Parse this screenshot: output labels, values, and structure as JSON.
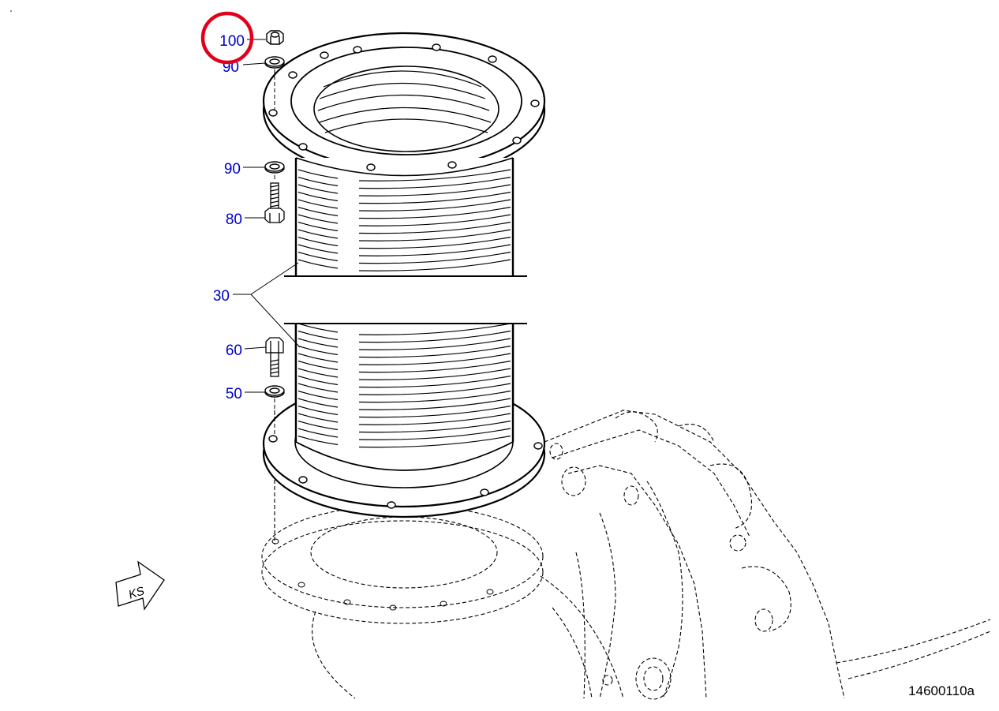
{
  "colors": {
    "callout_text": "#0000cc",
    "highlight_ring": "#e0001a",
    "line": "#000000",
    "background": "#ffffff"
  },
  "callouts": [
    {
      "id": "100",
      "label": "100",
      "highlighted": true
    },
    {
      "id": "90a",
      "label": "90"
    },
    {
      "id": "90b",
      "label": "90"
    },
    {
      "id": "80",
      "label": "80"
    },
    {
      "id": "30",
      "label": "30"
    },
    {
      "id": "60",
      "label": "60"
    },
    {
      "id": "50",
      "label": "50"
    }
  ],
  "nav_arrow": {
    "label": "KS"
  },
  "drawing_ref": "14600110a"
}
